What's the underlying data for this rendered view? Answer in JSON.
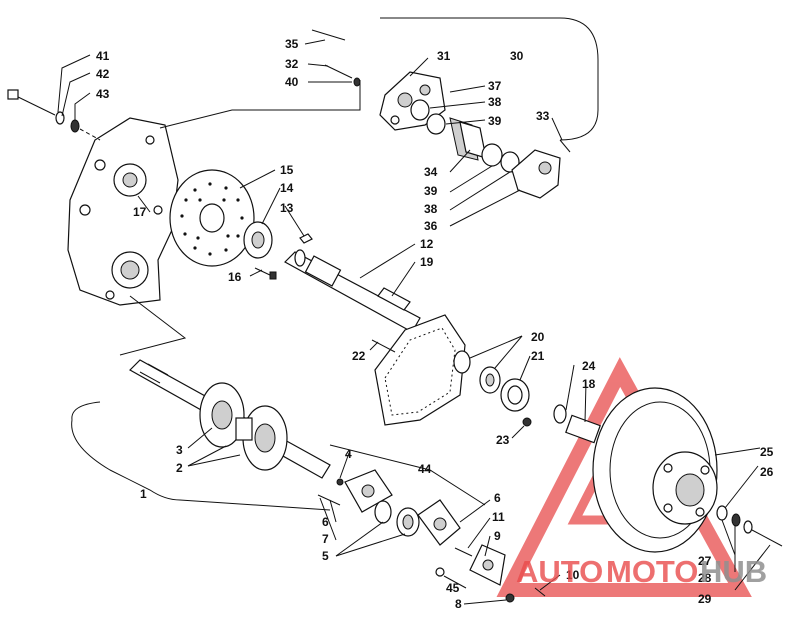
{
  "diagram": {
    "callouts": [
      {
        "id": "c1",
        "text": "1"
      },
      {
        "id": "c2",
        "text": "2"
      },
      {
        "id": "c3",
        "text": "3"
      },
      {
        "id": "c4",
        "text": "4"
      },
      {
        "id": "c5",
        "text": "5"
      },
      {
        "id": "c6a",
        "text": "6"
      },
      {
        "id": "c6b",
        "text": "6"
      },
      {
        "id": "c7",
        "text": "7"
      },
      {
        "id": "c8",
        "text": "8"
      },
      {
        "id": "c9",
        "text": "9"
      },
      {
        "id": "c10",
        "text": "10"
      },
      {
        "id": "c11",
        "text": "11"
      },
      {
        "id": "c12",
        "text": "12"
      },
      {
        "id": "c13",
        "text": "13"
      },
      {
        "id": "c14",
        "text": "14"
      },
      {
        "id": "c15",
        "text": "15"
      },
      {
        "id": "c16",
        "text": "16"
      },
      {
        "id": "c17",
        "text": "17"
      },
      {
        "id": "c18",
        "text": "18"
      },
      {
        "id": "c19",
        "text": "19"
      },
      {
        "id": "c20",
        "text": "20"
      },
      {
        "id": "c21",
        "text": "21"
      },
      {
        "id": "c22",
        "text": "22"
      },
      {
        "id": "c23",
        "text": "23"
      },
      {
        "id": "c24",
        "text": "24"
      },
      {
        "id": "c25",
        "text": "25"
      },
      {
        "id": "c26",
        "text": "26"
      },
      {
        "id": "c27",
        "text": "27"
      },
      {
        "id": "c28",
        "text": "28"
      },
      {
        "id": "c29",
        "text": "29"
      },
      {
        "id": "c30",
        "text": "30"
      },
      {
        "id": "c31",
        "text": "31"
      },
      {
        "id": "c32",
        "text": "32"
      },
      {
        "id": "c33",
        "text": "33"
      },
      {
        "id": "c34",
        "text": "34"
      },
      {
        "id": "c35",
        "text": "35"
      },
      {
        "id": "c36",
        "text": "36"
      },
      {
        "id": "c37",
        "text": "37"
      },
      {
        "id": "c38a",
        "text": "38"
      },
      {
        "id": "c38b",
        "text": "38"
      },
      {
        "id": "c39a",
        "text": "39"
      },
      {
        "id": "c39b",
        "text": "39"
      },
      {
        "id": "c40",
        "text": "40"
      },
      {
        "id": "c41",
        "text": "41"
      },
      {
        "id": "c42",
        "text": "42"
      },
      {
        "id": "c43",
        "text": "43"
      },
      {
        "id": "c44",
        "text": "44"
      },
      {
        "id": "c45",
        "text": "45"
      }
    ],
    "line_color": "#111111"
  },
  "watermark": {
    "part1": "AUTO",
    "part2": "MOTO",
    "part3": "HUB",
    "color_red": "#e84b4b",
    "color_gray": "#8f8f8f"
  }
}
